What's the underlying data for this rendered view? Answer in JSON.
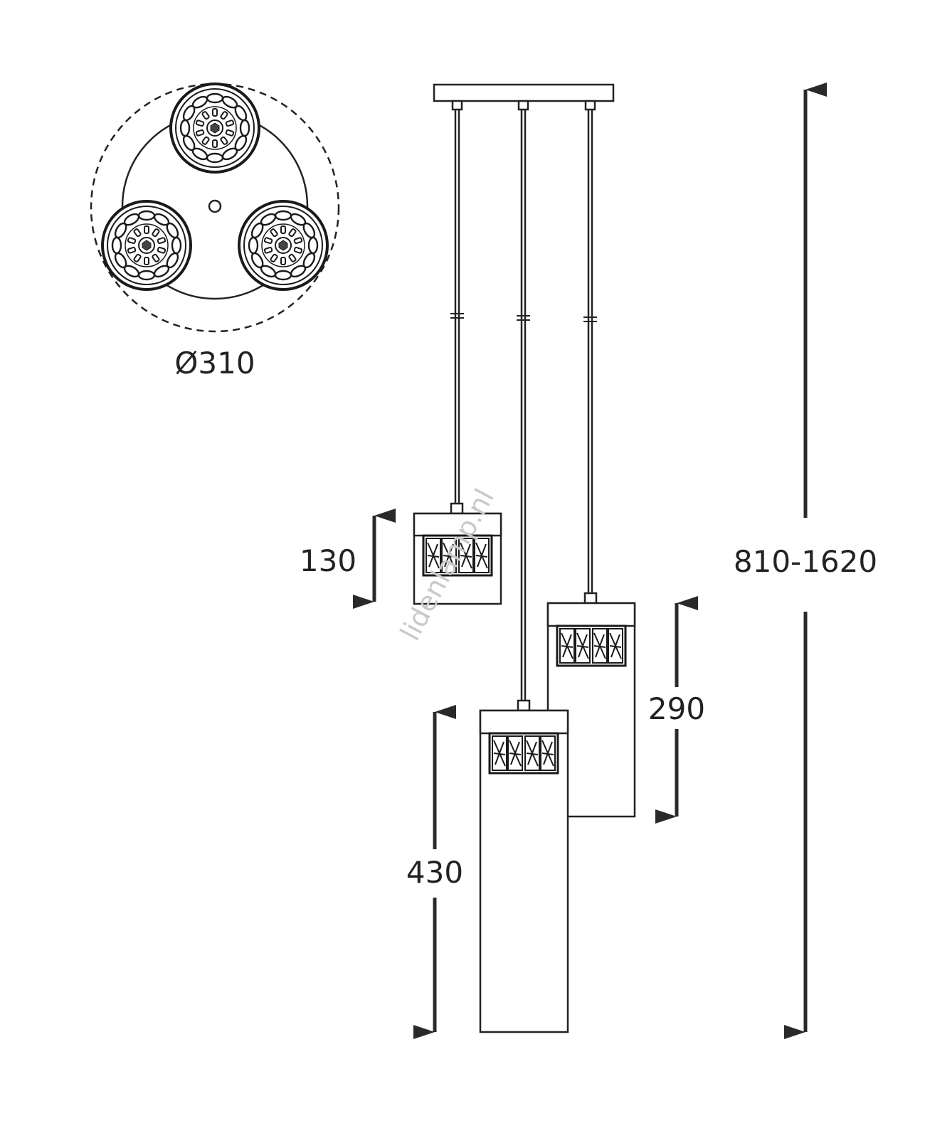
{
  "top_view": {
    "diameter_label": "Ø310"
  },
  "dimensions": {
    "small_shade_height": "130",
    "medium_shade_height": "290",
    "large_shade_height": "430",
    "overall_height": "810-1620"
  },
  "watermark": "lidenlamp.nl",
  "colors": {
    "line": "#222222",
    "arrow": "#2a2a2a",
    "watermark": "#c9c9c9"
  }
}
